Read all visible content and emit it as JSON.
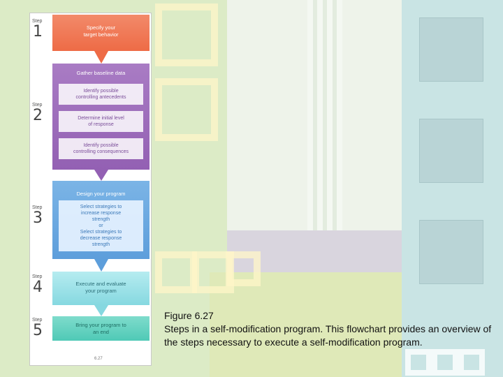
{
  "flowchart": {
    "step_word": "Step",
    "steps": [
      {
        "number": "1",
        "title": "Specify your\ntarget behavior",
        "subs": []
      },
      {
        "number": "2",
        "title": "Gather baseline data",
        "subs": [
          "Identify possible\ncontrolling antecedents",
          "Determine initial level\nof response",
          "Identify possible\ncontrolling consequences"
        ]
      },
      {
        "number": "3",
        "title": "Design your program",
        "subs": [
          "Select strategies to\nincrease response\nstrength\nor\nSelect strategies to\ndecrease response\nstrength"
        ]
      },
      {
        "number": "4",
        "title": "Execute and evaluate\nyour program",
        "subs": []
      },
      {
        "number": "5",
        "title": "Bring your program to\nan end",
        "subs": []
      }
    ],
    "page_label": "6.27"
  },
  "caption": {
    "figure_label": "Figure 6.27",
    "text": "Steps in a self-modification program. This flowchart provides an overview of the steps necessary to execute a self-modification program."
  },
  "colors": {
    "step1": "#ee6b46",
    "step2": "#9360b3",
    "step3": "#5d9edb",
    "step4": "#86d8e0",
    "step5": "#4fc9b6"
  }
}
